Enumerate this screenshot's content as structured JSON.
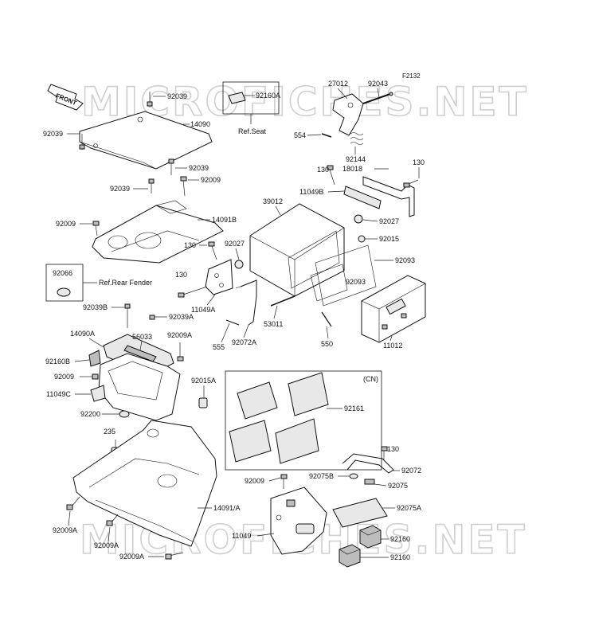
{
  "figure_code": "F2132",
  "watermark": "MICROFICHES.NET",
  "front_arrow": "FRONT",
  "notes": {
    "ref_seat": "Ref.Seat",
    "ref_rear_fender": "Ref.Rear Fender",
    "cn": "(CN)"
  },
  "labels": {
    "p92039_a": "92039",
    "p92039_b": "92039",
    "p92039_c": "92039",
    "p92039_d": "92039",
    "p14090": "14090",
    "p92160A": "92160A",
    "p27012": "27012",
    "p92043": "92043",
    "p554": "554",
    "p92144": "92144",
    "p130_a": "130",
    "p18018": "18018",
    "p130_b": "130",
    "p11049B": "11049B",
    "p92027_a": "92027",
    "p92009_a": "92009",
    "p39012": "39012",
    "p92009_b": "92009",
    "p14091B": "14091B",
    "p92015": "92015",
    "p130_c": "130",
    "p92027_b": "92027",
    "p92093_a": "92093",
    "p92066": "92066",
    "p92093_b": "92093",
    "p130_d": "130",
    "p11049A": "11049A",
    "p92039B": "92039B",
    "p92039A": "92039A",
    "p53011": "53011",
    "p14090A": "14090A",
    "p56033": "56033",
    "p92009A_a": "92009A",
    "p555": "555",
    "p92072A": "92072A",
    "p550": "550",
    "p11012": "11012",
    "p92160B": "92160B",
    "p92009_c": "92009",
    "p92015A": "92015A",
    "p11049C": "11049C",
    "p92200": "92200",
    "p92161": "92161",
    "p235": "235",
    "p130_e": "130",
    "p92072": "92072",
    "p92009_d": "92009",
    "p92075B": "92075B",
    "p92075": "92075",
    "p14091A": "14091/A",
    "p92075A": "92075A",
    "p92009A_b": "92009A",
    "p92009A_c": "92009A",
    "p11049": "11049",
    "p92160_a": "92160",
    "p92009A_d": "92009A",
    "p92160_b": "92160"
  }
}
